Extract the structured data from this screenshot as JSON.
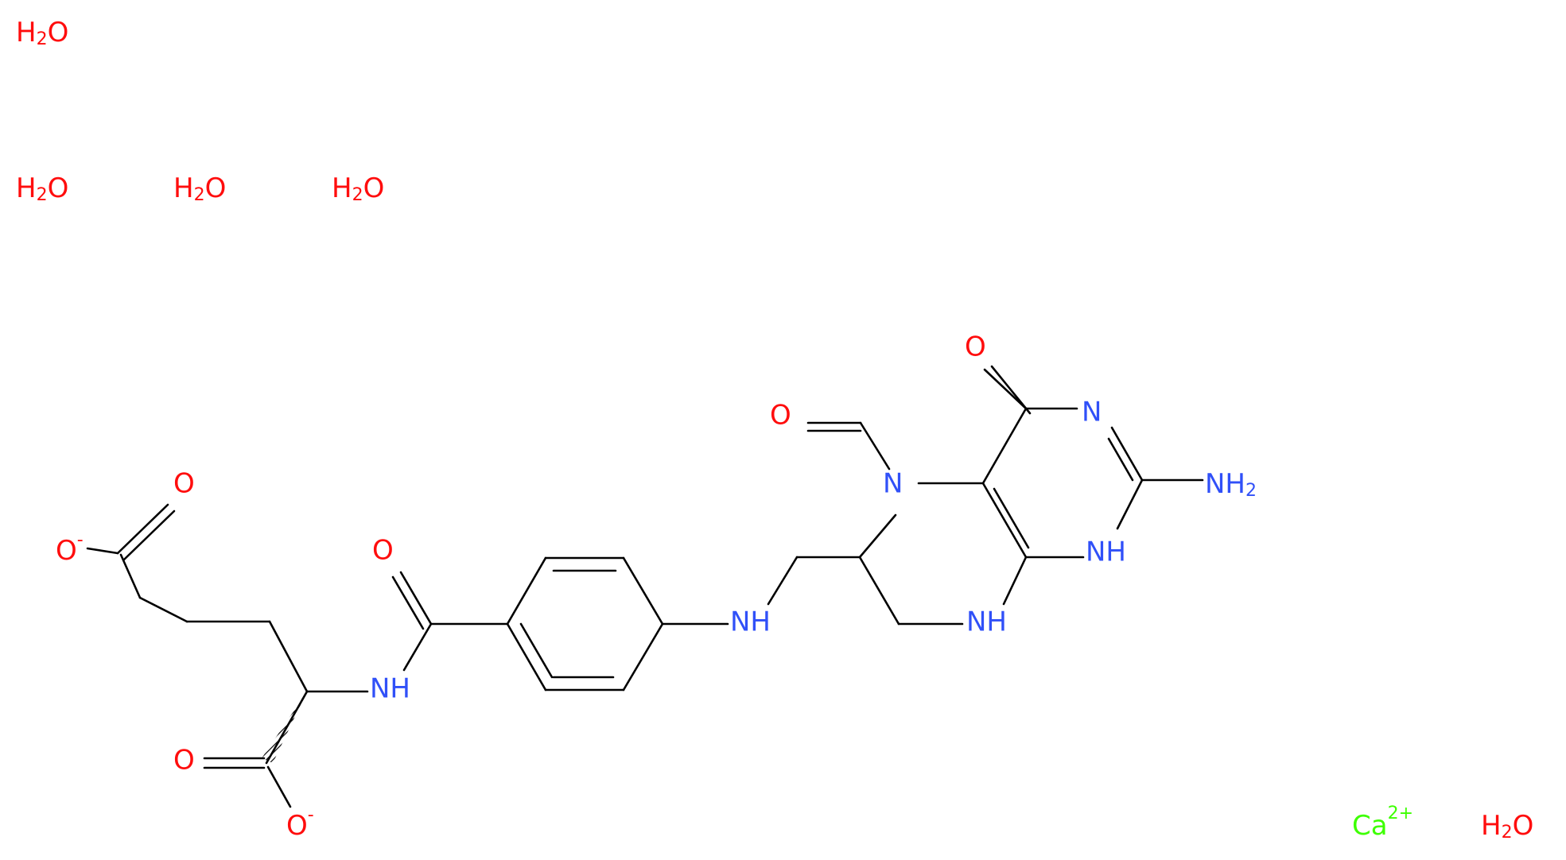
{
  "colors": {
    "oxygen": "#ff0d0d",
    "nitrogen": "#3050f8",
    "calcium": "#3dff00",
    "bond": "#000000",
    "background": "#ffffff"
  },
  "molecule": {
    "waters": [
      {
        "main": "H",
        "sub": "2",
        "tail": "O"
      },
      {
        "main": "H",
        "sub": "2",
        "tail": "O"
      },
      {
        "main": "H",
        "sub": "2",
        "tail": "O"
      },
      {
        "main": "H",
        "sub": "2",
        "tail": "O"
      },
      {
        "main": "H",
        "sub": "2",
        "tail": "O"
      }
    ],
    "ion": {
      "symbol": "Ca",
      "charge": "2+"
    },
    "atoms": {
      "o_carboxylate_top": {
        "symbol": "O",
        "charge": "-"
      },
      "o_carbonyl_top": {
        "symbol": "O"
      },
      "o_amide": {
        "symbol": "O"
      },
      "o_carbonyl_bottom": {
        "symbol": "O"
      },
      "o_carboxylate_bottom": {
        "symbol": "O",
        "charge": "-"
      },
      "nh_amide": {
        "symbol": "NH"
      },
      "nh_aniline": {
        "symbol": "NH"
      },
      "o_formyl": {
        "symbol": "O"
      },
      "n5": {
        "symbol": "N"
      },
      "o_ring": {
        "symbol": "O"
      },
      "n3": {
        "symbol": "N"
      },
      "nh2": {
        "symbol": "NH",
        "sub": "2"
      },
      "nh1": {
        "symbol": "NH"
      },
      "nh8": {
        "symbol": "NH"
      }
    }
  }
}
